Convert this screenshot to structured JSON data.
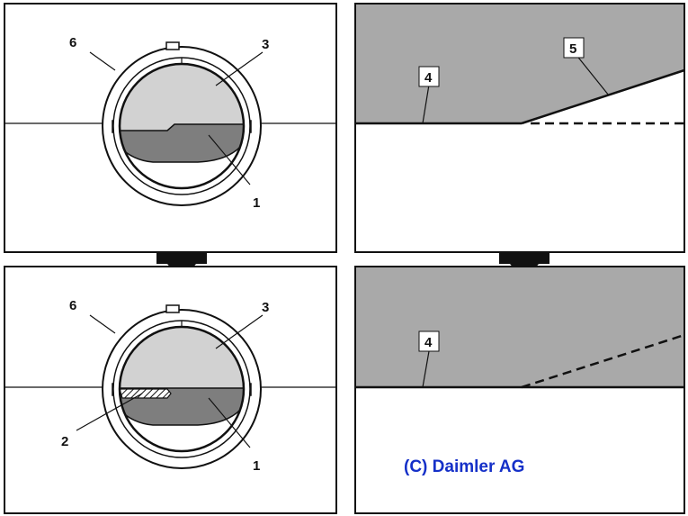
{
  "callouts": {
    "top_left": {
      "six": "6",
      "three": "3",
      "one": "1"
    },
    "bottom_left": {
      "six": "6",
      "three": "3",
      "two": "2",
      "one": "1"
    },
    "top_right": {
      "four": "4",
      "five": "5"
    },
    "bottom_right": {
      "four": "4"
    }
  },
  "copyright": "(C) Daimler AG",
  "colors": {
    "outline": "#111111",
    "glass_upper": "#d2d2d2",
    "fluid_dark": "#7e7e7e",
    "panel_fill": "#a9a9a9",
    "copyright_text": "#1530c8"
  }
}
